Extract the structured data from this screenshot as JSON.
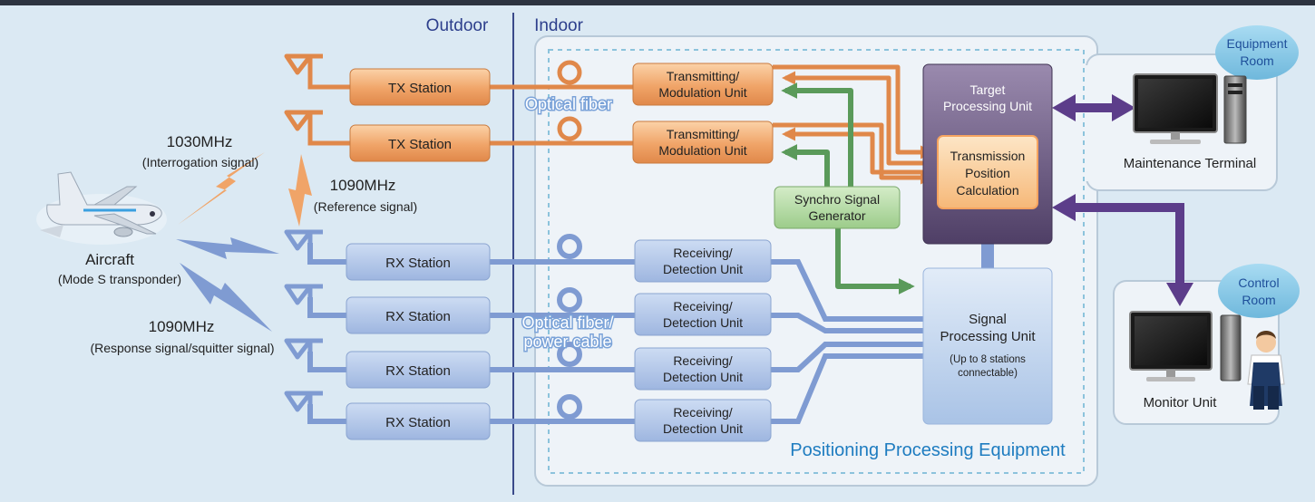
{
  "zones": {
    "outdoor": "Outdoor",
    "indoor": "Indoor"
  },
  "rooms": {
    "equipment": [
      "Equipment",
      "Room"
    ],
    "control": [
      "Control",
      "Room"
    ]
  },
  "aircraft": {
    "label": "Aircraft",
    "sublabel": "(Mode S transponder)"
  },
  "signals": {
    "interrogation": {
      "freq": "1030MHz",
      "desc": "(Interrogation signal)"
    },
    "reference": {
      "freq": "1090MHz",
      "desc": "(Reference signal)"
    },
    "response": {
      "freq": "1090MHz",
      "desc": "(Response signal/squitter signal)"
    }
  },
  "stations": {
    "tx": [
      "TX Station",
      "TX Station"
    ],
    "rx": [
      "RX Station",
      "RX Station",
      "RX Station",
      "RX Station"
    ]
  },
  "cables": {
    "optical_fiber": "Optical fiber",
    "optical_power": [
      "Optical fiber/",
      "power cable"
    ]
  },
  "units": {
    "tx_mod": [
      "Transmitting/",
      "Modulation Unit"
    ],
    "rx_det": [
      "Receiving/",
      "Detection Unit"
    ],
    "synchro": [
      "Synchro Signal",
      "Generator"
    ],
    "target": [
      "Target",
      "Processing Unit"
    ],
    "transmission": [
      "Transmission",
      "Position",
      "Calculation"
    ],
    "signal_proc": [
      "Signal",
      "Processing Unit"
    ],
    "signal_proc_note": [
      "(Up to 8 stations",
      "connectable)"
    ]
  },
  "terminals": {
    "maintenance": "Maintenance Terminal",
    "monitor": "Monitor Unit"
  },
  "equipment_label": "Positioning Processing Equipment",
  "colors": {
    "background": "#dbe9f3",
    "tx": "#e0884a",
    "rx": "#7f9bd2",
    "synchro": "#5a9a5a",
    "processing": "#6f5f86",
    "link": "#5c3d8a",
    "room_label": "#7fc0e0"
  }
}
